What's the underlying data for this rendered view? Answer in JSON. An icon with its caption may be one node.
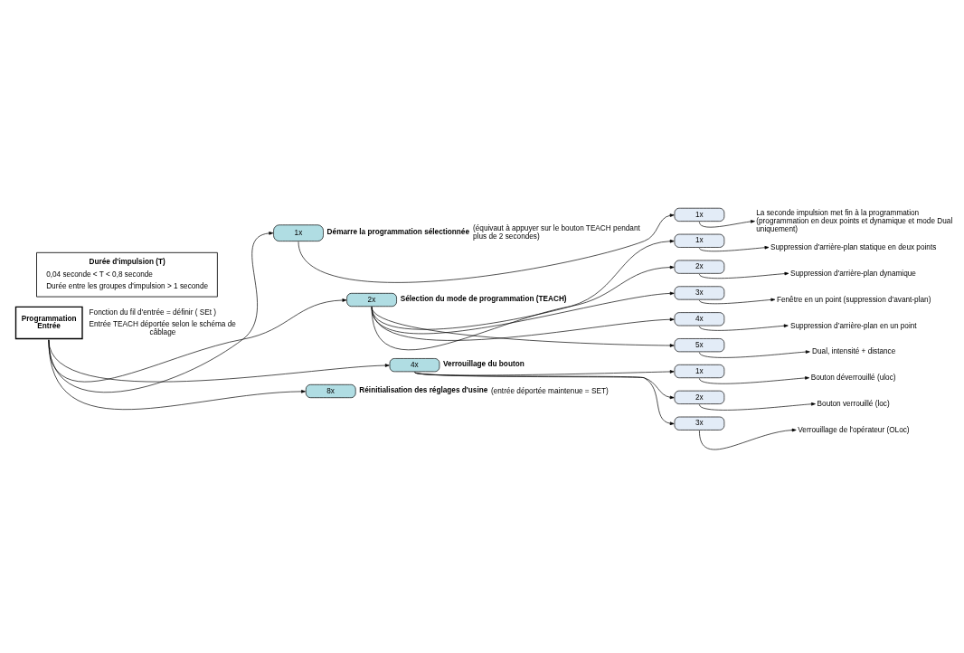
{
  "diagram": {
    "nodes": [
      {
        "text": [
          "Programmation Entrée"
        ],
        "beside": [
          "Fonction du fil d'entrée = définir ( SEt )",
          "Entrée TEACH déportée selon le schéma de câblage"
        ]
      },
      {
        "text": [
          "1x"
        ],
        "beside": [
          "Démarre la programmation sélectionnée",
          "(équivaut à appuyer sur le bouton TEACH pendant plus de 2 secondes)"
        ]
      },
      {
        "text": [
          "1x"
        ]
      },
      {
        "text": [
          "La seconde impulsion met fin à la programmation (programmation en deux points et dynamique et mode Dual uniquement)"
        ]
      },
      {
        "text": [
          "2x"
        ],
        "beside": [
          "Sélection du mode de programmation (TEACH)"
        ]
      },
      {
        "text": [
          "1x"
        ]
      },
      {
        "text": [
          "Suppression d'arrière-plan statique en deux points"
        ]
      },
      {
        "text": [
          "2x"
        ]
      },
      {
        "text": [
          "Suppression d'arrière-plan dynamique"
        ]
      },
      {
        "text": [
          "3x"
        ]
      },
      {
        "text": [
          "Fenêtre en un point (suppression d'avant-plan)"
        ]
      },
      {
        "text": [
          "4x"
        ]
      },
      {
        "text": [
          "Suppression d’arrière-plan en un point"
        ]
      },
      {
        "text": [
          "5x"
        ]
      },
      {
        "text": [
          "Dual, intensité + distance"
        ]
      },
      {
        "text": [
          "4x"
        ],
        "beside": [
          "Verrouillage du bouton"
        ]
      },
      {
        "text": [
          "1x"
        ]
      },
      {
        "text": [
          "Bouton déverrouillé (uloc)"
        ]
      },
      {
        "text": [
          "2x"
        ]
      },
      {
        "text": [
          "Bouton verrouillé (loc)"
        ]
      },
      {
        "text": [
          "3x"
        ]
      },
      {
        "text": [
          "Verrouillage de l'opérateur (OLoc)"
        ]
      },
      {
        "text": [
          "8x"
        ],
        "beside": [
          "Réinitialisation des réglages d'usine",
          "(entrée déportée maintenue = SET)"
        ]
      },
      {
        "text": [
          "Durée d'impulsion (T)",
          "0,04 seconde < T < 0,8 seconde",
          "Durée entre les groupes d'impulsion > 1 seconde"
        ]
      }
    ],
    "edges": [
      {
        "from": 0,
        "to": 1,
        "arrow": "to"
      },
      {
        "from": 1,
        "to": 2,
        "arrow": "to"
      },
      {
        "from": 2,
        "to": 3,
        "arrow": "to"
      },
      {
        "from": 0,
        "to": 4,
        "arrow": "to"
      },
      {
        "from": 4,
        "to": 5,
        "arrow": "to"
      },
      {
        "from": 5,
        "to": 6,
        "arrow": "to"
      },
      {
        "from": 4,
        "to": 7,
        "arrow": "to"
      },
      {
        "from": 7,
        "to": 8,
        "arrow": "to"
      },
      {
        "from": 4,
        "to": 9,
        "arrow": "to"
      },
      {
        "from": 9,
        "to": 10,
        "arrow": "to"
      },
      {
        "from": 4,
        "to": 11,
        "arrow": "to"
      },
      {
        "from": 11,
        "to": 12,
        "arrow": "to"
      },
      {
        "from": 4,
        "to": 13,
        "arrow": "to"
      },
      {
        "from": 13,
        "to": 14,
        "arrow": "to"
      },
      {
        "from": 0,
        "to": 15,
        "arrow": "to"
      },
      {
        "from": 15,
        "to": 16,
        "arrow": "to"
      },
      {
        "from": 16,
        "to": 17,
        "arrow": "to"
      },
      {
        "from": 15,
        "to": 18,
        "arrow": "to"
      },
      {
        "from": 18,
        "to": 19,
        "arrow": "to"
      },
      {
        "from": 15,
        "to": 20,
        "arrow": "to"
      },
      {
        "from": 20,
        "to": 21,
        "arrow": "to"
      },
      {
        "from": 0,
        "to": 22,
        "arrow": "to"
      }
    ]
  }
}
